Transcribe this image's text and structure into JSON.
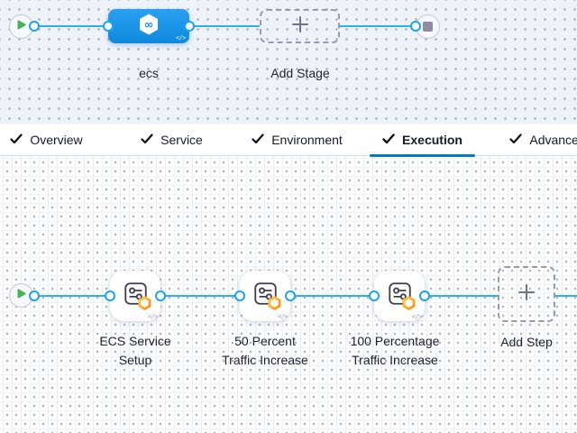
{
  "colors": {
    "wire_blue": "#2cb0f3",
    "stage_blue": "#1b94e9",
    "active_tab_blue": "#0278d5",
    "play_green": "#42b554",
    "stop_gray": "#8e8ba3",
    "badge_orange_start": "#ffc93c",
    "badge_orange_end": "#ff8f1f",
    "top_canvas_bg": "#edf3f9"
  },
  "icons": {
    "start": "play-icon",
    "end": "stop-icon",
    "add": "plus-icon",
    "stage": "hexagon-infinity-icon",
    "step": "sliders-icon",
    "step_badge": "hexagon-badge-icon",
    "code": "code-icon",
    "tab_check": "check-icon"
  },
  "code_glyph": "</>",
  "stage_row": {
    "stage": {
      "label": "ecs"
    },
    "add_stage": {
      "label": "Add Stage"
    }
  },
  "tabs": {
    "items": [
      {
        "label": "Overview",
        "checked": true,
        "active": false
      },
      {
        "label": "Service",
        "checked": true,
        "active": false
      },
      {
        "label": "Environment",
        "checked": true,
        "active": false
      },
      {
        "label": "Execution",
        "checked": true,
        "active": true
      },
      {
        "label": "Advanced",
        "checked": true,
        "active": false
      }
    ]
  },
  "execution_row": {
    "steps": [
      {
        "label_line1": "ECS Service",
        "label_line2": "Setup"
      },
      {
        "label_line1": "50 Percent",
        "label_line2": "Traffic Increase"
      },
      {
        "label_line1": "100 Percentage",
        "label_line2": "Traffic Increase"
      }
    ],
    "add_step": {
      "label": "Add Step"
    }
  }
}
